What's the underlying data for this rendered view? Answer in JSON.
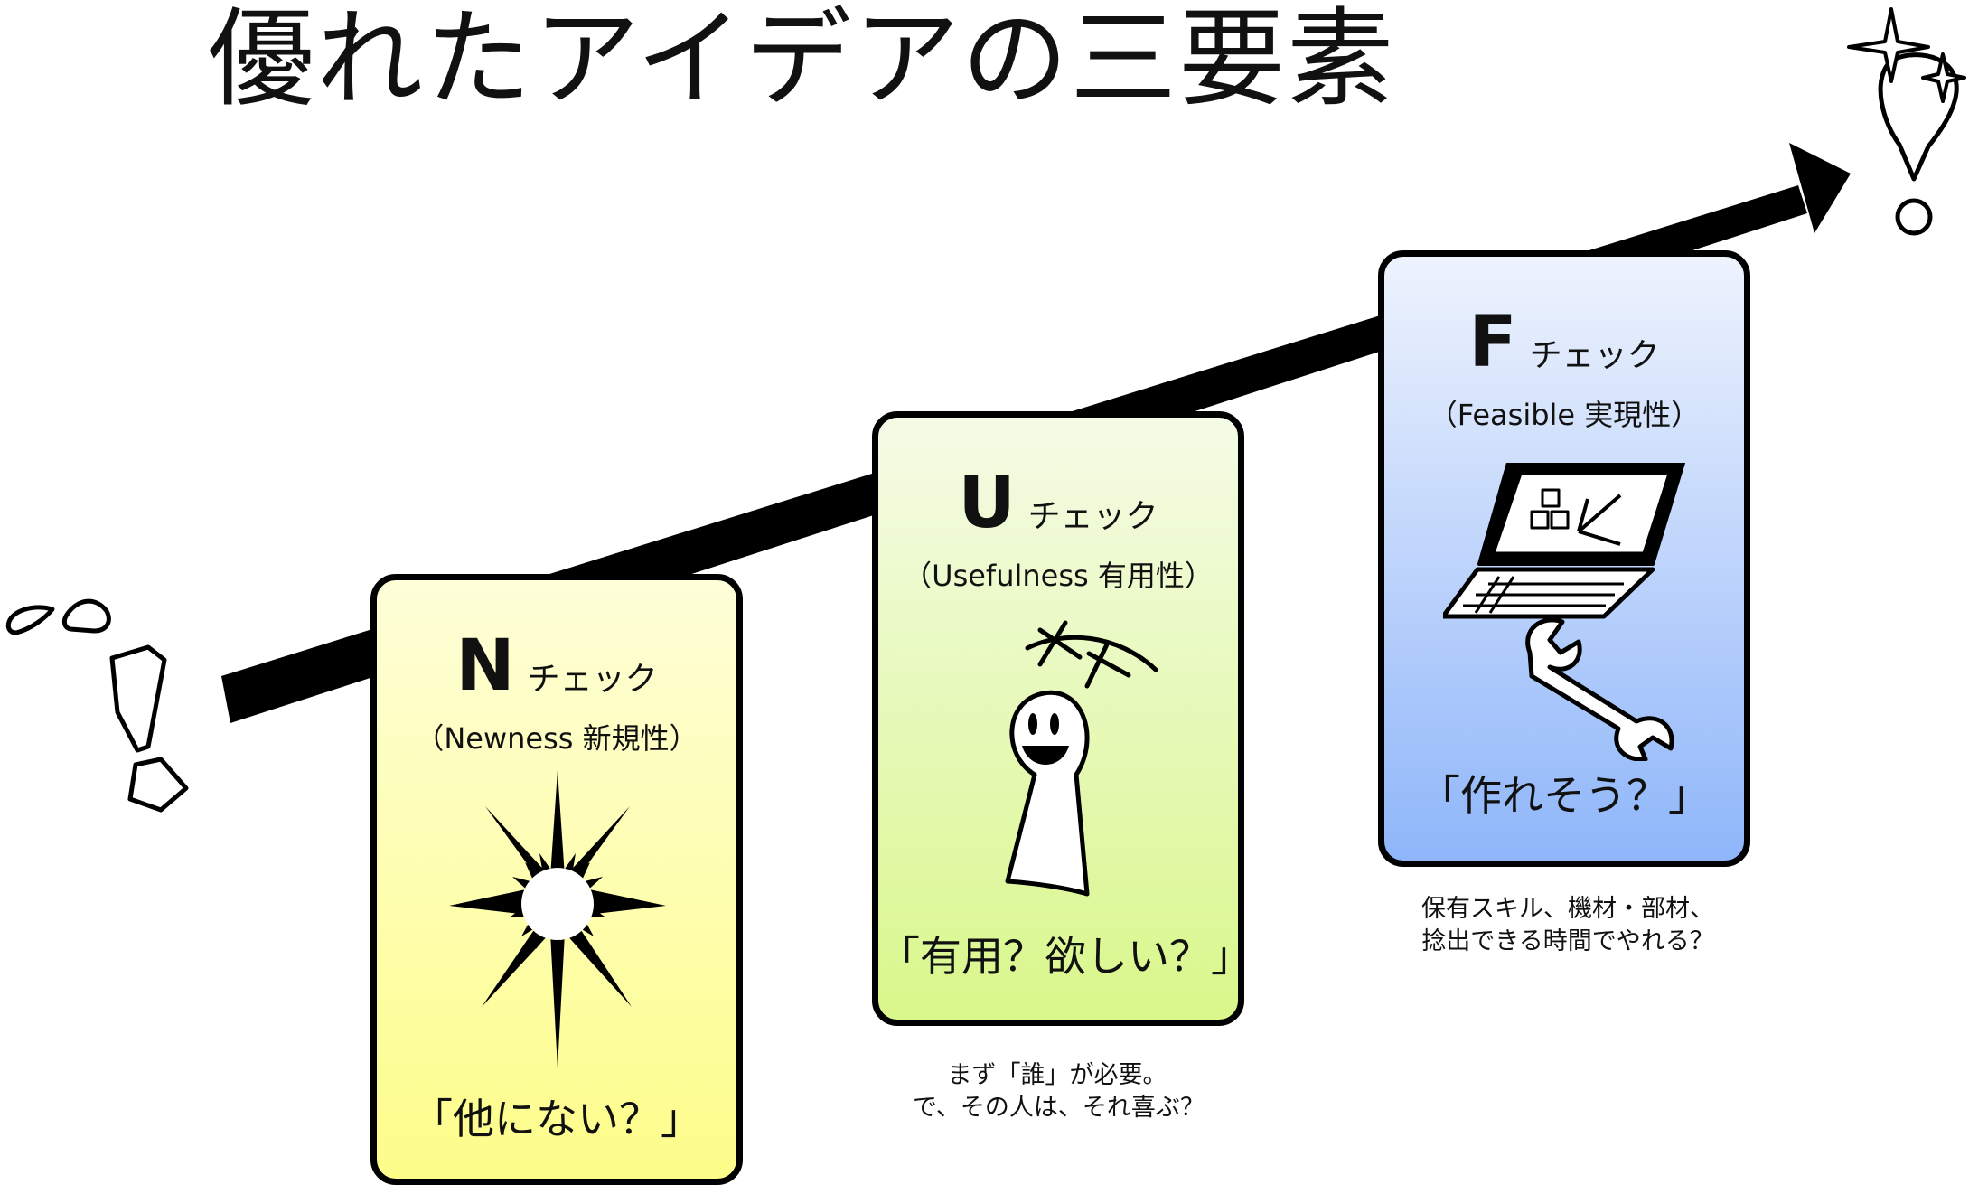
{
  "title": "優れたアイデアの三要素",
  "cards": [
    {
      "letter": "N",
      "check": "チェック",
      "subtitle": "（Newness 新規性）",
      "question": "「他にない？」",
      "icon": "starburst-icon"
    },
    {
      "letter": "U",
      "check": "チェック",
      "subtitle": "（Usefulness 有用性）",
      "question": "「有用？欲しい？」",
      "icon": "person-with-thought-icon",
      "note": [
        "まず「誰」が必要。",
        "で、その人は、それ喜ぶ？"
      ]
    },
    {
      "letter": "F",
      "check": "チェック",
      "subtitle": "（Feasible 実現性）",
      "question": "「作れそう？」",
      "icon": "laptop-and-wrench-icon",
      "note": [
        "保有スキル、機材・部材、",
        "捻出できる時間でやれる？"
      ]
    }
  ],
  "colors": {
    "card_n": "#fdfd8a",
    "card_u": "#d9f78b",
    "card_f": "#8fb6fa",
    "arrow": "#000000"
  },
  "decorations": [
    "broken-exclamation-icon",
    "sparkling-exclamation-icon",
    "progress-arrow"
  ]
}
